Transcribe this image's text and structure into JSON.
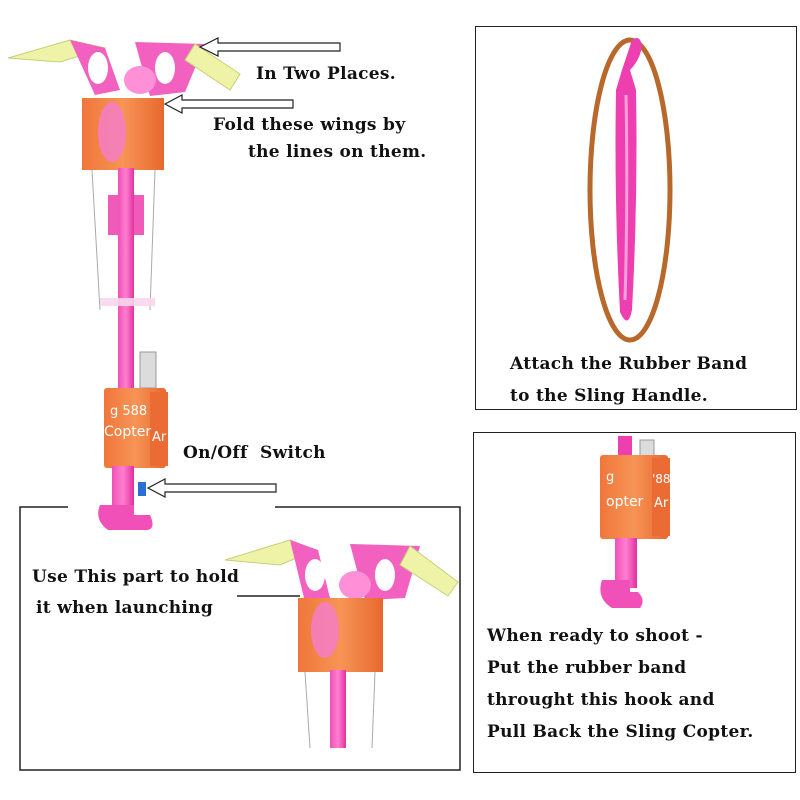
{
  "annotations": {
    "in_two_places": "In Two Places.",
    "fold_wings_line1": "Fold these wings by",
    "fold_wings_line2": "the lines on them.",
    "on_off_switch": "On/Off  Switch",
    "hold_line1": "Use This part to hold",
    "hold_line2": "it when launching",
    "attach_line1": "Attach the Rubber Band",
    "attach_line2": "to the Sling Handle.",
    "ready_line1": "When ready to shoot -",
    "ready_line2": "Put the rubber band",
    "ready_line3": "throught this hook and",
    "ready_line4": "Pull Back the Sling Copter."
  },
  "product_label": {
    "main_line1": "g 588",
    "main_line2": "Copter",
    "main_side": "Ar",
    "inset_line1": "g",
    "inset_line2": "opter",
    "inset_side1": "'88",
    "inset_side2": "Ar"
  },
  "colors": {
    "pink": "#ee3fb0",
    "orange": "#f07e3c",
    "wing_yellow": "#eef090",
    "rubber_band": "#b8682a",
    "panel_border": "#222222"
  }
}
